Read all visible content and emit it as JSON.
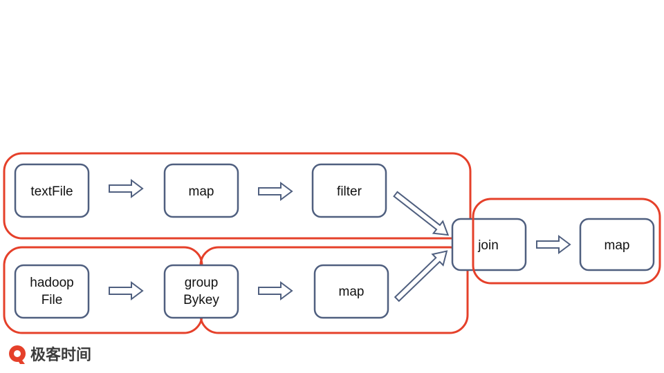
{
  "nodes": {
    "textfile": {
      "lines": [
        "textFile"
      ]
    },
    "map1": {
      "lines": [
        "map"
      ]
    },
    "filter": {
      "lines": [
        "filter"
      ]
    },
    "hadoopfile": {
      "lines": [
        "hadoop",
        "File"
      ]
    },
    "groupbykey": {
      "lines": [
        "group",
        "Bykey"
      ]
    },
    "map2": {
      "lines": [
        "map"
      ]
    },
    "join": {
      "lines": [
        "join"
      ]
    },
    "map3": {
      "lines": [
        "map"
      ]
    }
  },
  "logo": {
    "text": "极客时间",
    "icon": "geektime-logo-icon",
    "color": "#e5402a"
  },
  "colors": {
    "node_border": "#4f5f7f",
    "group_border": "#e5402a",
    "arrow": "#4f5f7f"
  }
}
